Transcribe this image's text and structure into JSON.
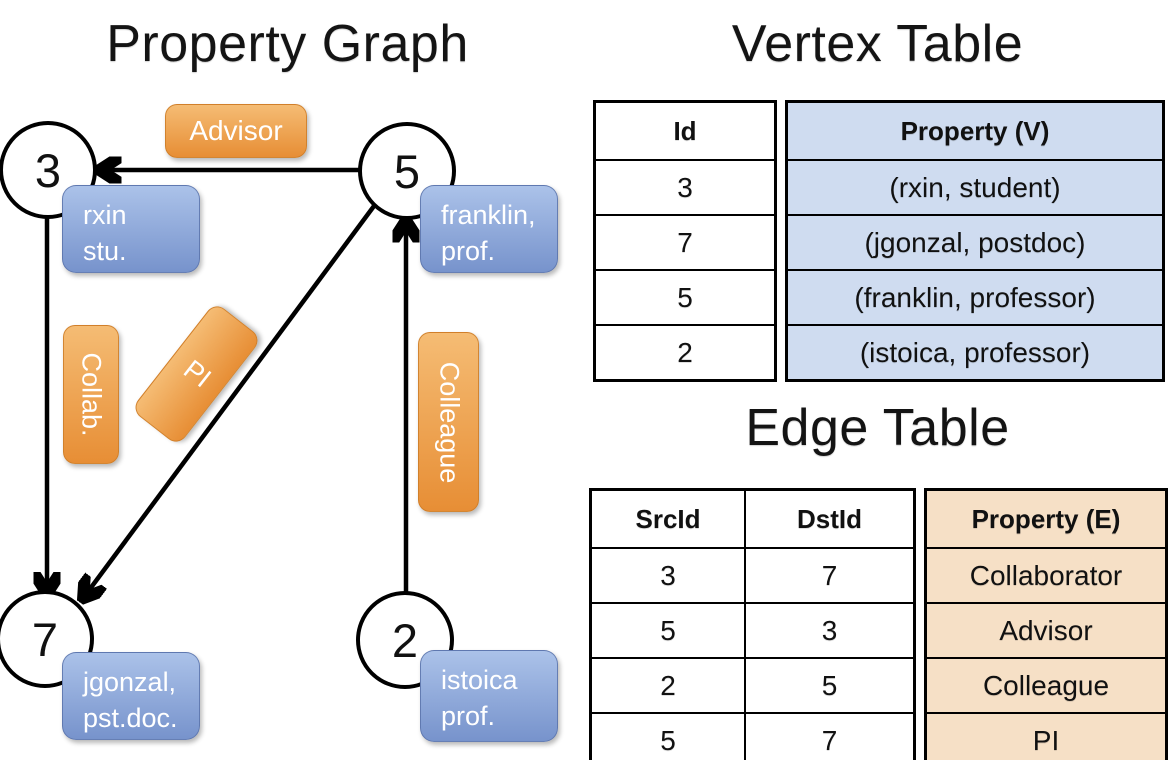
{
  "graph": {
    "title": "Property Graph",
    "vertices": [
      {
        "id": "3",
        "label_line1": "rxin",
        "label_line2": "stu."
      },
      {
        "id": "5",
        "label_line1": "franklin,",
        "label_line2": "prof."
      },
      {
        "id": "7",
        "label_line1": "jgonzal,",
        "label_line2": "pst.doc."
      },
      {
        "id": "2",
        "label_line1": "istoica",
        "label_line2": "prof."
      }
    ],
    "edge_labels": {
      "advisor": "Advisor",
      "collab": "Collab.",
      "pi": "PI",
      "colleague": "Colleague"
    }
  },
  "vertex_table": {
    "title": "Vertex Table",
    "columns": {
      "id": "Id",
      "property": "Property (V)"
    },
    "rows": [
      {
        "id": "3",
        "property": "(rxin, student)"
      },
      {
        "id": "7",
        "property": "(jgonzal, postdoc)"
      },
      {
        "id": "5",
        "property": "(franklin, professor)"
      },
      {
        "id": "2",
        "property": "(istoica, professor)"
      }
    ]
  },
  "edge_table": {
    "title": "Edge Table",
    "columns": {
      "src": "SrcId",
      "dst": "DstId",
      "property": "Property (E)"
    },
    "rows": [
      {
        "src": "3",
        "dst": "7",
        "property": "Collaborator"
      },
      {
        "src": "5",
        "dst": "3",
        "property": "Advisor"
      },
      {
        "src": "2",
        "dst": "5",
        "property": "Colleague"
      },
      {
        "src": "5",
        "dst": "7",
        "property": "PI"
      }
    ]
  },
  "colors": {
    "edge_label_orange_top": "#F5BC74",
    "edge_label_orange_bottom": "#E78E35",
    "vertex_label_blue_top": "#ABC2E9",
    "vertex_label_blue_bottom": "#7793CC",
    "vertex_table_fill": "#CFDCF0",
    "edge_table_fill": "#F6E0C6",
    "line_black": "#000000"
  }
}
